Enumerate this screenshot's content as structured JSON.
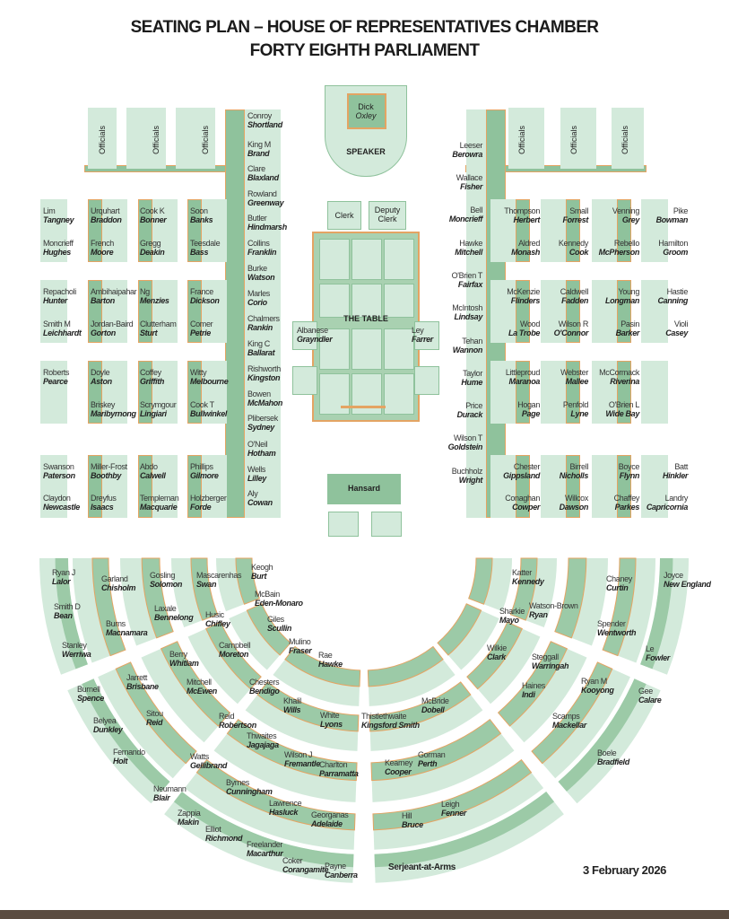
{
  "title": {
    "line1": "SEATING PLAN – HOUSE OF REPRESENTATIVES CHAMBER",
    "line2": "FORTY EIGHTH PARLIAMENT"
  },
  "speaker": {
    "name": "Dick",
    "electorate": "Oxley",
    "label": "SPEAKER"
  },
  "clerk": "Clerk",
  "deputy_clerk": "Deputy Clerk",
  "table_label": "THE TABLE",
  "prime_minister": {
    "name": "Albanese",
    "electorate": "Grayndler"
  },
  "opposition_leader": {
    "name": "Ley",
    "electorate": "Farrer"
  },
  "hansard": "Hansard",
  "officials": [
    "Officials",
    "Officials",
    "Officials",
    "Officials",
    "Officials",
    "Officials"
  ],
  "serjeant": "Serjeant-at-Arms",
  "date": "3 February 2026",
  "colors": {
    "bench_dark": "#8fc29c",
    "bench_light": "#d3eadb",
    "bench_border": "#e4a463"
  },
  "groups": {
    "left_bench": [
      [
        "Conroy",
        "Shortland"
      ],
      [
        "King M",
        "Brand"
      ],
      [
        "Clare",
        "Blaxland"
      ],
      [
        "Rowland",
        "Greenway"
      ],
      [
        "Butler",
        "Hindmarsh"
      ],
      [
        "Collins",
        "Franklin"
      ],
      [
        "Burke",
        "Watson"
      ],
      [
        "Marles",
        "Corio"
      ],
      [
        "Chalmers",
        "Rankin"
      ],
      [
        "King C",
        "Ballarat"
      ],
      [
        "Rishworth",
        "Kingston"
      ],
      [
        "Bowen",
        "McMahon"
      ],
      [
        "Plibersek",
        "Sydney"
      ],
      [
        "O'Neil",
        "Hotham"
      ],
      [
        "Wells",
        "Lilley"
      ],
      [
        "Aly",
        "Cowan"
      ]
    ],
    "left_blocks": [
      [
        "Lim",
        "Tangney"
      ],
      [
        "Urquhart",
        "Braddon"
      ],
      [
        "Cook K",
        "Bonner"
      ],
      [
        "Soon",
        "Banks"
      ],
      [
        "Moncrieff",
        "Hughes"
      ],
      [
        "French",
        "Moore"
      ],
      [
        "Gregg",
        "Deakin"
      ],
      [
        "Teesdale",
        "Bass"
      ],
      [
        "Repacholi",
        "Hunter"
      ],
      [
        "Ambihaipahar",
        "Barton"
      ],
      [
        "Ng",
        "Menzies"
      ],
      [
        "France",
        "Dickson"
      ],
      [
        "Smith M",
        "Leichhardt"
      ],
      [
        "Jordan-Baird",
        "Gorton"
      ],
      [
        "Clutterham",
        "Sturt"
      ],
      [
        "Comer",
        "Petrie"
      ],
      [
        "Roberts",
        "Pearce"
      ],
      [
        "Doyle",
        "Aston"
      ],
      [
        "Coffey",
        "Griffith"
      ],
      [
        "Witty",
        "Melbourne"
      ],
      [
        "Briskey",
        "Maribyrnong"
      ],
      [
        "Scrymgour",
        "Lingiari"
      ],
      [
        "Cook T",
        "Bullwinkel"
      ],
      [
        "Swanson",
        "Paterson"
      ],
      [
        "Miller-Frost",
        "Boothby"
      ],
      [
        "Abdo",
        "Calwell"
      ],
      [
        "Phillips",
        "Gilmore"
      ],
      [
        "Claydon",
        "Newcastle"
      ],
      [
        "Dreyfus",
        "Isaacs"
      ],
      [
        "Templeman",
        "Macquarie"
      ],
      [
        "Holzberger",
        "Forde"
      ]
    ],
    "right_bench": [
      [
        "Leeser",
        "Berowra"
      ],
      [
        "Wallace",
        "Fisher"
      ],
      [
        "Bell",
        "Moncrieff"
      ],
      [
        "Hawke",
        "Mitchell"
      ],
      [
        "O'Brien T",
        "Fairfax"
      ],
      [
        "McIntosh",
        "Lindsay"
      ],
      [
        "Tehan",
        "Wannon"
      ],
      [
        "Taylor",
        "Hume"
      ],
      [
        "Price",
        "Durack"
      ],
      [
        "Wilson T",
        "Goldstein"
      ],
      [
        "Buchholz",
        "Wright"
      ]
    ],
    "right_blocks": [
      [
        "Thompson",
        "Herbert"
      ],
      [
        "Small",
        "Forrest"
      ],
      [
        "Venning",
        "Grey"
      ],
      [
        "Pike",
        "Bowman"
      ],
      [
        "Aldred",
        "Monash"
      ],
      [
        "Kennedy",
        "Cook"
      ],
      [
        "Rebello",
        "McPherson"
      ],
      [
        "Hamilton",
        "Groom"
      ],
      [
        "McKenzie",
        "Flinders"
      ],
      [
        "Caldwell",
        "Fadden"
      ],
      [
        "Young",
        "Longman"
      ],
      [
        "Hastie",
        "Canning"
      ],
      [
        "Wood",
        "La Trobe"
      ],
      [
        "Wilson R",
        "O'Connor"
      ],
      [
        "Pasin",
        "Barker"
      ],
      [
        "Violi",
        "Casey"
      ],
      [
        "Littleproud",
        "Maranoa"
      ],
      [
        "Webster",
        "Mallee"
      ],
      [
        "McCormack",
        "Riverina"
      ],
      [
        "Hogan",
        "Page"
      ],
      [
        "Penfold",
        "Lyne"
      ],
      [
        "O'Brien L",
        "Wide Bay"
      ],
      [
        "Chester",
        "Gippsland"
      ],
      [
        "Birrell",
        "Nicholls"
      ],
      [
        "Boyce",
        "Flynn"
      ],
      [
        "Batt",
        "Hinkler"
      ],
      [
        "Conaghan",
        "Cowper"
      ],
      [
        "Willcox",
        "Dawson"
      ],
      [
        "Chaffey",
        "Parkes"
      ],
      [
        "Landry",
        "Capricornia"
      ]
    ],
    "lower_left": [
      [
        "Ryan J",
        "Lalor"
      ],
      [
        "Smith D",
        "Bean"
      ],
      [
        "Stanley",
        "Werriwa"
      ],
      [
        "Garland",
        "Chisholm"
      ],
      [
        "Burns",
        "Macnamara"
      ],
      [
        "Gosling",
        "Solomon"
      ],
      [
        "Laxale",
        "Bennelong"
      ],
      [
        "Mascarenhas",
        "Swan"
      ],
      [
        "Husic",
        "Chifley"
      ],
      [
        "Campbell",
        "Moreton"
      ],
      [
        "Keogh",
        "Burt"
      ],
      [
        "McBain",
        "Eden-Monaro"
      ],
      [
        "Giles",
        "Scullin"
      ],
      [
        "Mulino",
        "Fraser"
      ],
      [
        "Rae",
        "Hawke"
      ],
      [
        "Berry",
        "Whitlam"
      ],
      [
        "Mitchell",
        "McEwen"
      ],
      [
        "Jarrett",
        "Brisbane"
      ],
      [
        "Sitou",
        "Reid"
      ],
      [
        "Burnell",
        "Spence"
      ],
      [
        "Belyea",
        "Dunkley"
      ],
      [
        "Fernando",
        "Holt"
      ],
      [
        "Chesters",
        "Bendigo"
      ],
      [
        "Khalil",
        "Wills"
      ],
      [
        "White",
        "Lyons"
      ],
      [
        "Reid",
        "Robertson"
      ],
      [
        "Thwaites",
        "Jagajaga"
      ],
      [
        "Watts",
        "Gellibrand"
      ],
      [
        "Byrnes",
        "Cunningham"
      ],
      [
        "Wilson J",
        "Fremantle"
      ],
      [
        "Charlton",
        "Parramatta"
      ],
      [
        "Neumann",
        "Blair"
      ],
      [
        "Zappia",
        "Makin"
      ],
      [
        "Elliot",
        "Richmond"
      ],
      [
        "Lawrence",
        "Hasluck"
      ],
      [
        "Georganas",
        "Adelaide"
      ],
      [
        "Freelander",
        "Macarthur"
      ],
      [
        "Coker",
        "Corangamite"
      ],
      [
        "Payne",
        "Canberra"
      ]
    ],
    "lower_right": [
      [
        "Katter",
        "Kennedy"
      ],
      [
        "Sharkie",
        "Mayo"
      ],
      [
        "Watson-Brown",
        "Ryan"
      ],
      [
        "Wilkie",
        "Clark"
      ],
      [
        "Chaney",
        "Curtin"
      ],
      [
        "Joyce",
        "New England"
      ],
      [
        "Spender",
        "Wentworth"
      ],
      [
        "Le",
        "Fowler"
      ],
      [
        "Steggall",
        "Warringah"
      ],
      [
        "Haines",
        "Indi"
      ],
      [
        "Ryan M",
        "Kooyong"
      ],
      [
        "Scamps",
        "Mackellar"
      ],
      [
        "Gee",
        "Calare"
      ],
      [
        "Boele",
        "Bradfield"
      ],
      [
        "McBride",
        "Dobell"
      ],
      [
        "Thistlethwaite",
        "Kingsford Smith"
      ],
      [
        "Gorman",
        "Perth"
      ],
      [
        "Kearney",
        "Cooper"
      ],
      [
        "Leigh",
        "Fenner"
      ],
      [
        "Hill",
        "Bruce"
      ]
    ]
  }
}
